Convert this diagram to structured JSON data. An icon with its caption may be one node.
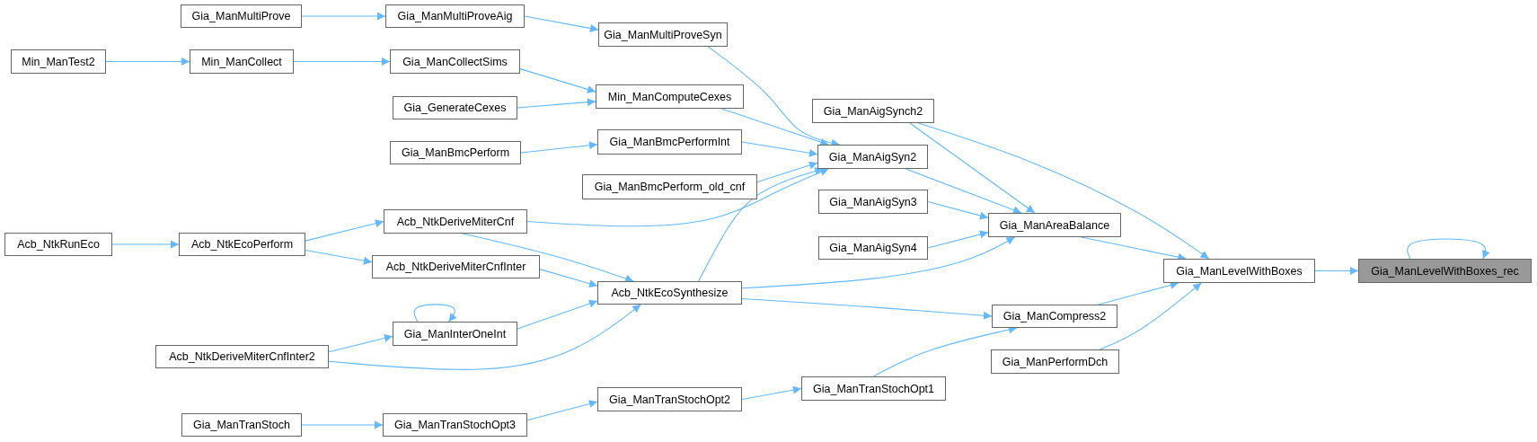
{
  "diagram": {
    "nodes": [
      {
        "text": [
          "Gia_ManMultiProve"
        ]
      },
      {
        "text": [
          "Gia_ManMultiProveAig"
        ]
      },
      {
        "text": [
          "Gia_ManMultiProveSyn"
        ]
      },
      {
        "text": [
          "Min_ManTest2"
        ]
      },
      {
        "text": [
          "Min_ManCollect"
        ]
      },
      {
        "text": [
          "Gia_ManCollectSims"
        ]
      },
      {
        "text": [
          "Min_ManComputeCexes"
        ]
      },
      {
        "text": [
          "Gia_GenerateCexes"
        ]
      },
      {
        "text": [
          "Gia_ManAigSynch2"
        ]
      },
      {
        "text": [
          "Gia_ManBmcPerformInt"
        ]
      },
      {
        "text": [
          "Gia_ManBmcPerform"
        ]
      },
      {
        "text": [
          "Gia_ManAigSyn2"
        ]
      },
      {
        "text": [
          "Gia_ManBmcPerform_old_cnf"
        ]
      },
      {
        "text": [
          "Gia_ManAigSyn3"
        ]
      },
      {
        "text": [
          "Acb_NtkDeriveMiterCnf"
        ]
      },
      {
        "text": [
          "Gia_ManAreaBalance"
        ]
      },
      {
        "text": [
          "Acb_NtkRunEco"
        ]
      },
      {
        "text": [
          "Acb_NtkEcoPerform"
        ]
      },
      {
        "text": [
          "Gia_ManAigSyn4"
        ]
      },
      {
        "text": [
          "Gia_ManLevelWithBoxes"
        ]
      },
      {
        "text": [
          "Gia_ManLevelWithBoxes_rec"
        ]
      },
      {
        "text": [
          "Acb_NtkDeriveMiterCnfInter"
        ]
      },
      {
        "text": [
          "Acb_NtkEcoSynthesize"
        ]
      },
      {
        "text": [
          "Gia_ManCompress2"
        ]
      },
      {
        "text": [
          "Gia_ManInterOneInt"
        ]
      },
      {
        "text": [
          "Acb_NtkDeriveMiterCnfInter2"
        ]
      },
      {
        "text": [
          "Gia_ManPerformDch"
        ]
      },
      {
        "text": [
          "Gia_ManTranStochOpt1"
        ]
      },
      {
        "text": [
          "Gia_ManTranStochOpt2"
        ]
      },
      {
        "text": [
          "Gia_ManTranStoch"
        ]
      },
      {
        "text": [
          "Gia_ManTranStochOpt3"
        ]
      }
    ],
    "edges": [
      {
        "from": 0,
        "to": 1,
        "arrow": "to"
      },
      {
        "from": 1,
        "to": 2,
        "arrow": "to"
      },
      {
        "from": 2,
        "to": 11,
        "arrow": "to"
      },
      {
        "from": 3,
        "to": 4,
        "arrow": "to"
      },
      {
        "from": 4,
        "to": 5,
        "arrow": "to"
      },
      {
        "from": 5,
        "to": 6,
        "arrow": "to"
      },
      {
        "from": 7,
        "to": 6,
        "arrow": "to"
      },
      {
        "from": 6,
        "to": 11,
        "arrow": "to"
      },
      {
        "from": 10,
        "to": 9,
        "arrow": "to"
      },
      {
        "from": 9,
        "to": 11,
        "arrow": "to"
      },
      {
        "from": 12,
        "to": 11,
        "arrow": "to"
      },
      {
        "from": 14,
        "to": 11,
        "arrow": "to"
      },
      {
        "from": 22,
        "to": 11,
        "arrow": "to"
      },
      {
        "from": 8,
        "to": 15,
        "arrow": "to"
      },
      {
        "from": 8,
        "to": 19,
        "arrow": "to"
      },
      {
        "from": 11,
        "to": 15,
        "arrow": "to"
      },
      {
        "from": 13,
        "to": 15,
        "arrow": "to"
      },
      {
        "from": 18,
        "to": 15,
        "arrow": "to"
      },
      {
        "from": 22,
        "to": 15,
        "arrow": "to"
      },
      {
        "from": 15,
        "to": 19,
        "arrow": "to"
      },
      {
        "from": 19,
        "to": 20,
        "arrow": "to"
      },
      {
        "from": 20,
        "to": 20,
        "arrow": "to"
      },
      {
        "from": 16,
        "to": 17,
        "arrow": "to"
      },
      {
        "from": 17,
        "to": 14,
        "arrow": "to"
      },
      {
        "from": 17,
        "to": 21,
        "arrow": "to"
      },
      {
        "from": 14,
        "to": 22,
        "arrow": "to"
      },
      {
        "from": 21,
        "to": 22,
        "arrow": "to"
      },
      {
        "from": 24,
        "to": 22,
        "arrow": "to"
      },
      {
        "from": 25,
        "to": 24,
        "arrow": "to"
      },
      {
        "from": 25,
        "to": 22,
        "arrow": "to"
      },
      {
        "from": 24,
        "to": 24,
        "arrow": "to"
      },
      {
        "from": 22,
        "to": 23,
        "arrow": "to"
      },
      {
        "from": 23,
        "to": 19,
        "arrow": "to"
      },
      {
        "from": 26,
        "to": 19,
        "arrow": "to"
      },
      {
        "from": 27,
        "to": 23,
        "arrow": "to"
      },
      {
        "from": 28,
        "to": 27,
        "arrow": "to"
      },
      {
        "from": 29,
        "to": 30,
        "arrow": "to"
      },
      {
        "from": 30,
        "to": 28,
        "arrow": "to"
      }
    ]
  }
}
